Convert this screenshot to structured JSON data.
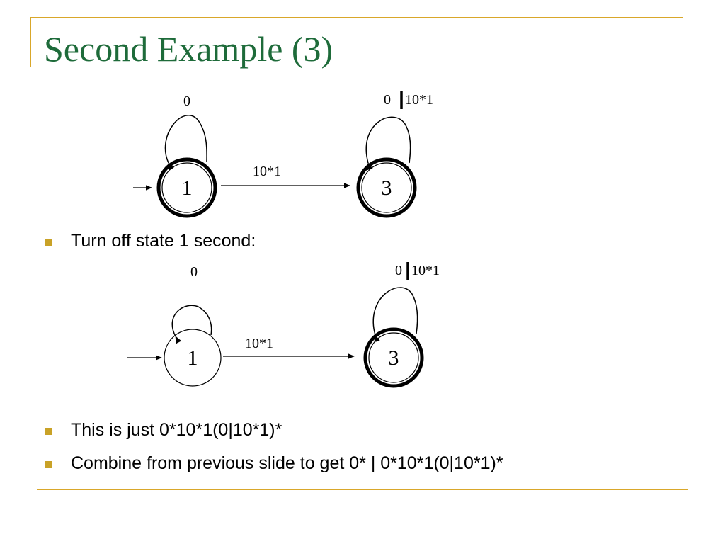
{
  "slide": {
    "title": "Second Example (3)",
    "accent_color": "#D9A72A",
    "title_color": "#1E6B3A",
    "bullet_marker_color": "#C9A227"
  },
  "diagram_top": {
    "states": [
      {
        "label": "1",
        "accepting": true,
        "initial": true
      },
      {
        "label": "3",
        "accepting": true,
        "initial": false
      }
    ],
    "transitions": [
      {
        "from": "1",
        "to": "1",
        "label": "0"
      },
      {
        "from": "1",
        "to": "3",
        "label": "10*1"
      },
      {
        "from": "3",
        "to": "3",
        "label_left": "0",
        "label_right": "10*1"
      }
    ]
  },
  "bullets": [
    {
      "text": "Turn off state 1 second:"
    },
    {
      "text": "This is just 0*10*1(0|10*1)*"
    },
    {
      "text": "Combine from previous slide to get 0* | 0*10*1(0|10*1)*"
    }
  ],
  "diagram_bottom": {
    "states": [
      {
        "label": "1",
        "accepting": false,
        "initial": true
      },
      {
        "label": "3",
        "accepting": true,
        "initial": false
      }
    ],
    "transitions": [
      {
        "from": "1",
        "to": "1",
        "label": "0"
      },
      {
        "from": "1",
        "to": "3",
        "label": "10*1"
      },
      {
        "from": "3",
        "to": "3",
        "label_left": "0",
        "label_right": "10*1"
      }
    ]
  }
}
